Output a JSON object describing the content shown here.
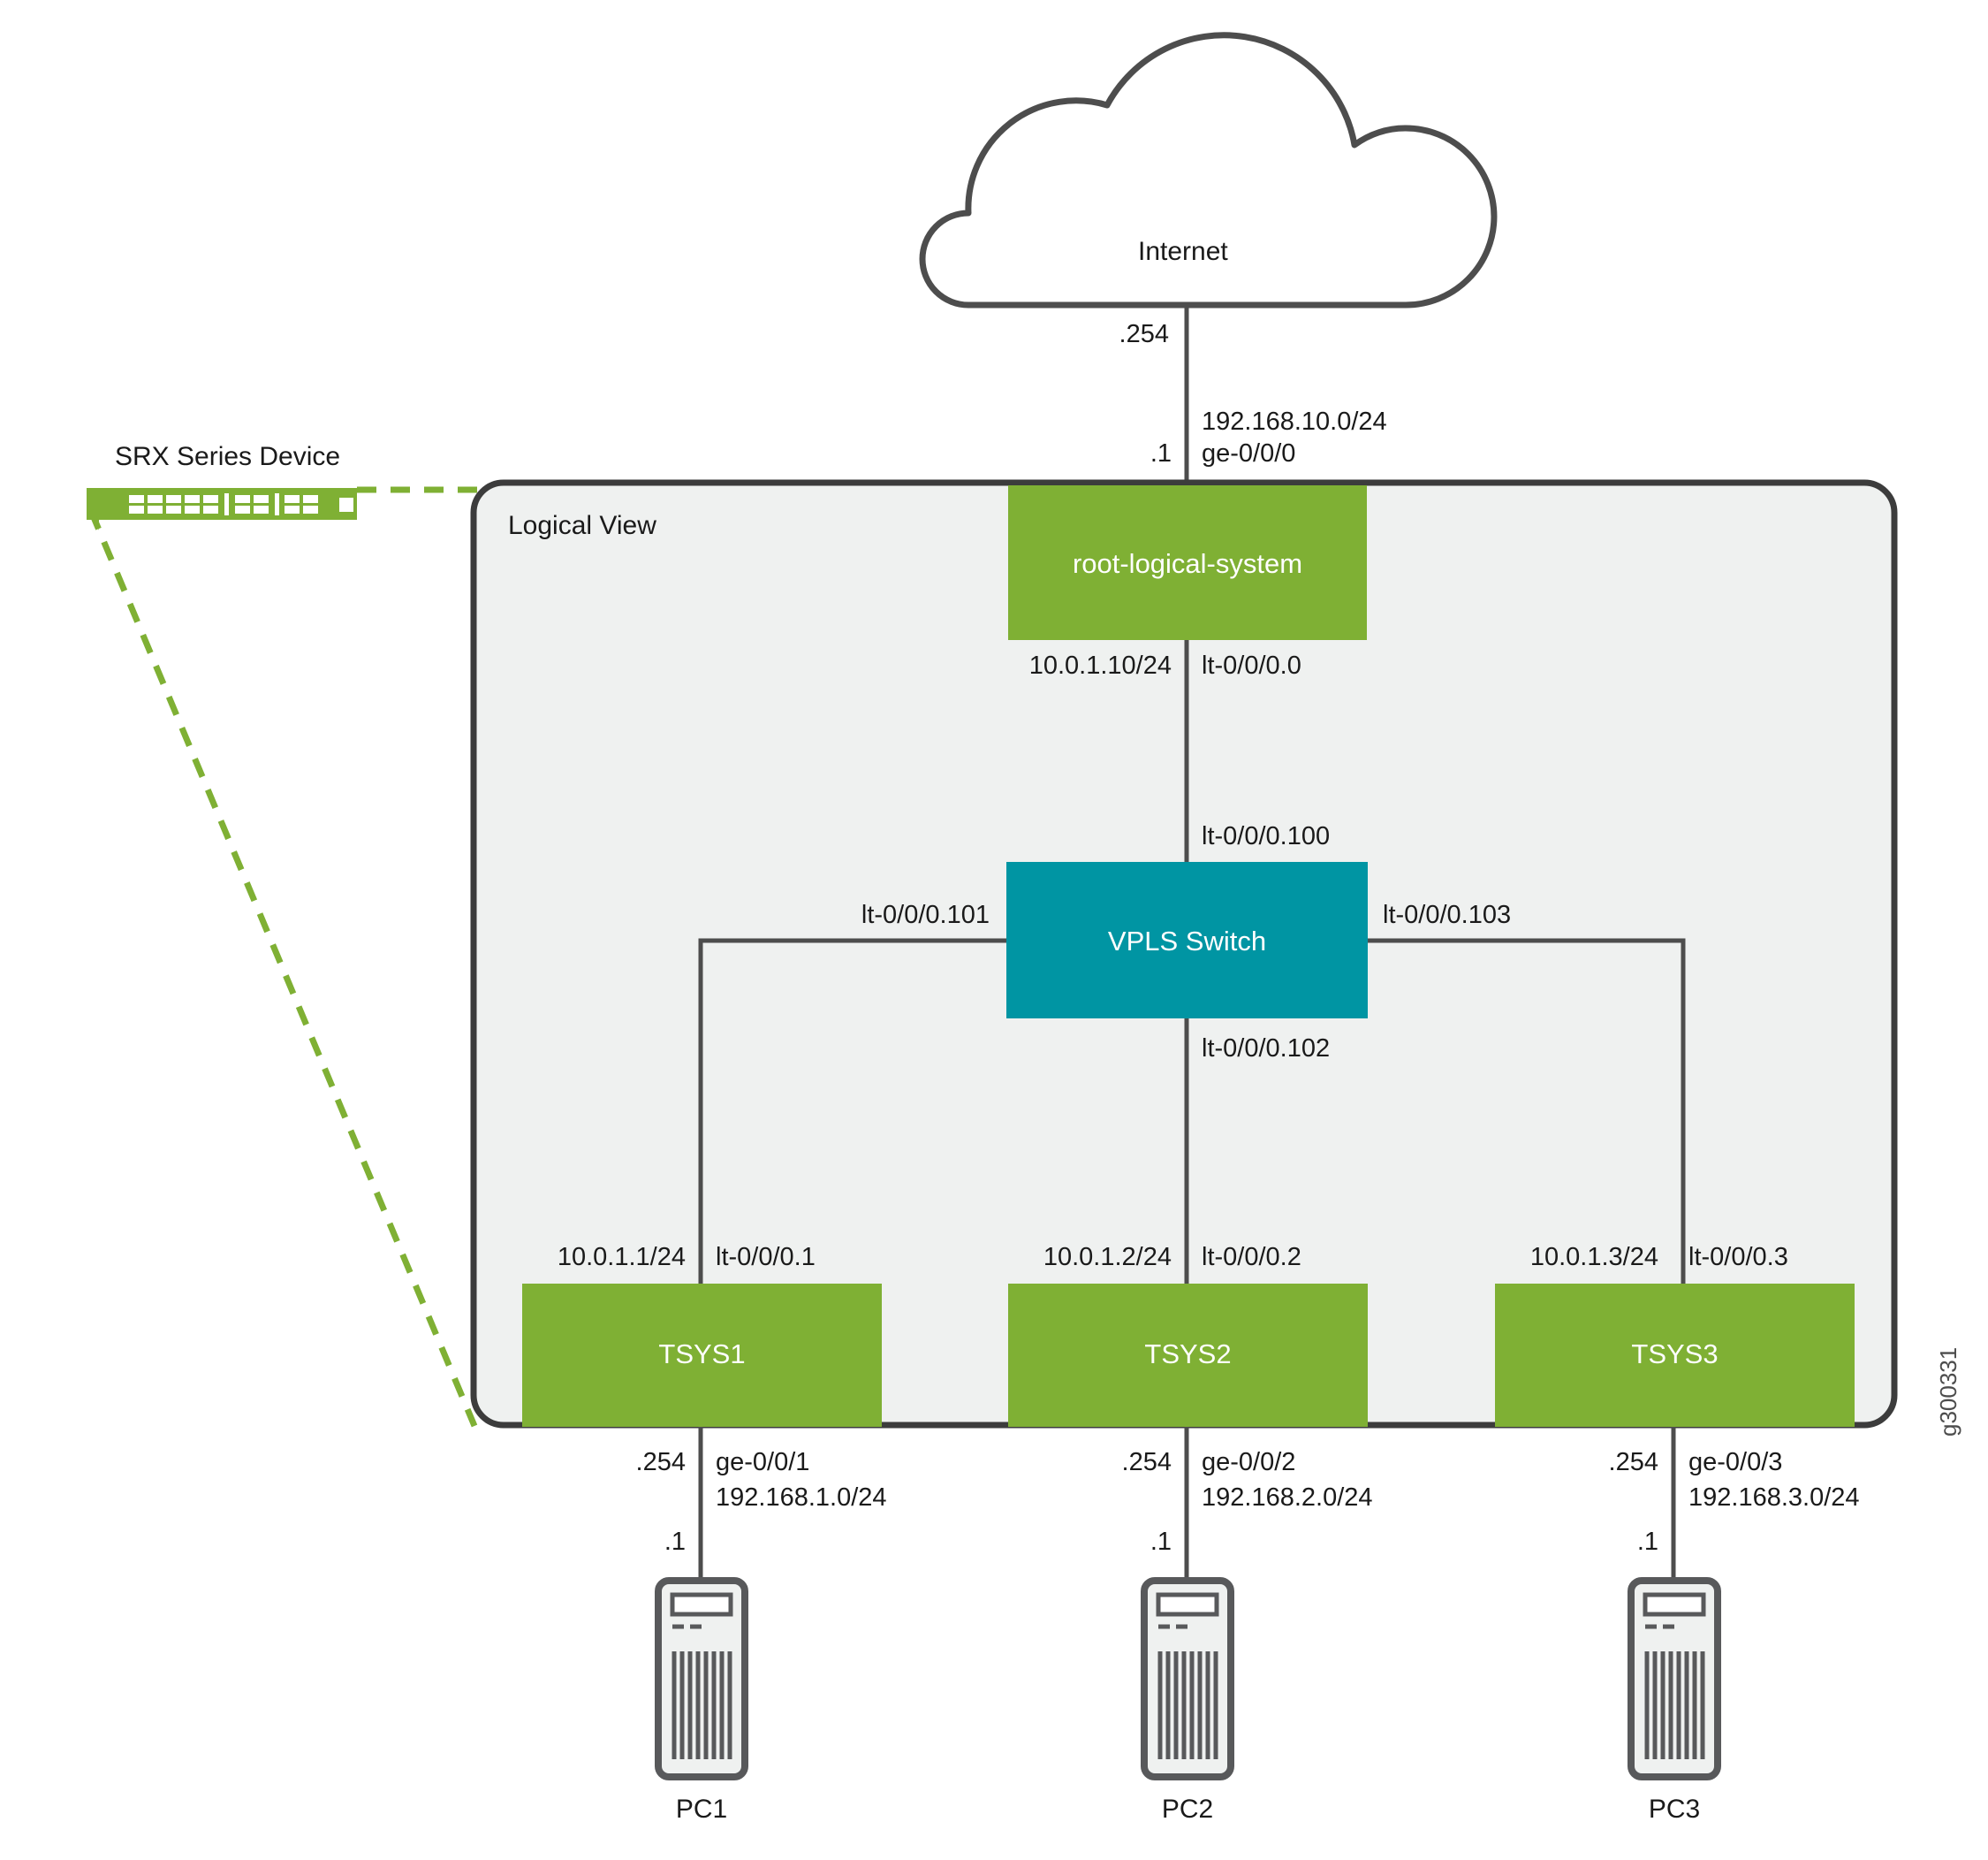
{
  "diagram": {
    "title_id": "g300331",
    "colors": {
      "tenant_green": "#7fb034",
      "vpls_teal": "#0095a3",
      "logical_view_fill": "#eff1f0",
      "line_dark": "#4d4d4d",
      "srx_green": "#7fb034",
      "pc_fill": "#eff1f0",
      "text_dark": "#1a1a1a",
      "text_light": "#ffffff"
    },
    "cloud": {
      "name": "Internet",
      "downlink_ip": ".254"
    },
    "srx": {
      "caption": "SRX Series Device",
      "icon": "srx-appliance-icon"
    },
    "logical_view": {
      "caption": "Logical View"
    },
    "nodes": {
      "root_logical_system": {
        "name": "root-logical-system",
        "uplink_ip": ".1",
        "uplink_subnet": "192.168.10.0/24",
        "uplink_interface": "ge-0/0/0",
        "downlink_ip": "10.0.1.10/24",
        "downlink_interface": "lt-0/0/0.0"
      },
      "vpls_switch": {
        "name": "VPLS Switch",
        "north_interface": "lt-0/0/0.100",
        "west_interface": "lt-0/0/0.101",
        "south_interface": "lt-0/0/0.102",
        "east_interface": "lt-0/0/0.103"
      },
      "tsys": [
        {
          "name": "TSYS1",
          "lt_ip": "10.0.1.1/24",
          "lt_interface": "lt-0/0/0.1",
          "ge_ip": ".254",
          "ge_interface": "ge-0/0/1",
          "ge_subnet": "192.168.1.0/24",
          "pc_name": "PC1",
          "pc_ip": ".1"
        },
        {
          "name": "TSYS2",
          "lt_ip": "10.0.1.2/24",
          "lt_interface": "lt-0/0/0.2",
          "ge_ip": ".254",
          "ge_interface": "ge-0/0/2",
          "ge_subnet": "192.168.2.0/24",
          "pc_name": "PC2",
          "pc_ip": ".1"
        },
        {
          "name": "TSYS3",
          "lt_ip": "10.0.1.3/24",
          "lt_interface": "lt-0/0/0.3",
          "ge_ip": ".254",
          "ge_interface": "ge-0/0/3",
          "ge_subnet": "192.168.3.0/24",
          "pc_name": "PC3",
          "pc_ip": ".1"
        }
      ]
    }
  }
}
